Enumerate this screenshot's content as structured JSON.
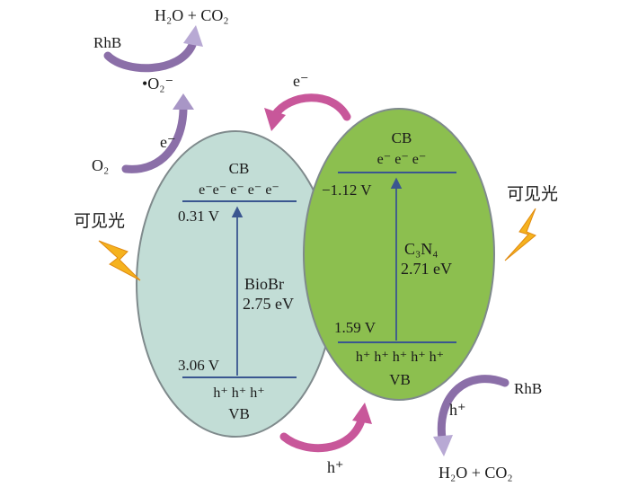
{
  "colors": {
    "biobr_fill": "#c2ddd6",
    "c3n4_fill": "#8cbf4f",
    "ellipse_stroke": "#7f8a8c",
    "band_line": "#3a5690",
    "arrow_purple": "#8b6fa8",
    "arrow_magenta": "#c8579a",
    "lightning": "#f5b21e"
  },
  "labels": {
    "visible_light": "可见光",
    "h2o_co2_top": "H₂O + CO₂",
    "rhb_top": "RhB",
    "superoxide": "•O₂⁻",
    "o2": "O₂",
    "e_minus": "e⁻",
    "e_transfer": "e⁻",
    "h_transfer": "h⁺",
    "h_plus_right": "h⁺",
    "rhb_right": "RhB",
    "h2o_co2_bottom": "H₂O + CO₂"
  },
  "biobr": {
    "cb_label": "CB",
    "cb_electrons": "e⁻e⁻ e⁻ e⁻ e⁻",
    "cb_potential": "0.31 V",
    "name": "BioBr",
    "gap": "2.75 eV",
    "vb_potential": "3.06 V",
    "vb_holes": "h⁺ h⁺ h⁺",
    "vb_label": "VB"
  },
  "c3n4": {
    "cb_label": "CB",
    "cb_electrons": "e⁻ e⁻ e⁻",
    "cb_potential": "−1.12 V",
    "name": "C₃N₄",
    "gap": "2.71 eV",
    "vb_potential": "1.59 V",
    "vb_holes": "h⁺ h⁺ h⁺  h⁺ h⁺",
    "vb_label": "VB"
  }
}
